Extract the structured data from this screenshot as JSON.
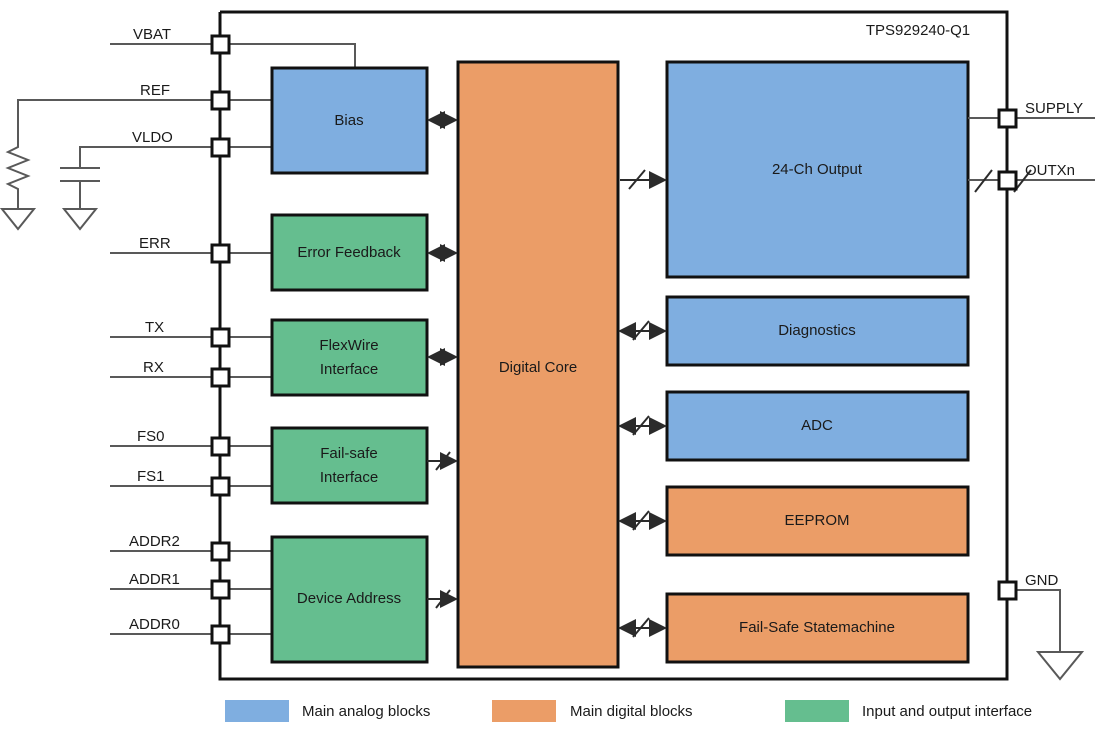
{
  "diagram": {
    "title": "TPS929240-Q1",
    "colors": {
      "analog_blue": "#7FAEE0",
      "digital_orange": "#EB9D67",
      "interface_green": "#65BE8F",
      "outline": "#111111",
      "wire": "#595959",
      "background": "#FFFFFF"
    },
    "left_pins": [
      {
        "label": "VBAT"
      },
      {
        "label": "REF"
      },
      {
        "label": "VLDO"
      },
      {
        "label": "ERR"
      },
      {
        "label": "TX"
      },
      {
        "label": "RX"
      },
      {
        "label": "FS0"
      },
      {
        "label": "FS1"
      },
      {
        "label": "ADDR2"
      },
      {
        "label": "ADDR1"
      },
      {
        "label": "ADDR0"
      }
    ],
    "right_pins": [
      {
        "label": "SUPPLY"
      },
      {
        "label": "OUTXn"
      },
      {
        "label": "GND"
      }
    ],
    "left_blocks": [
      {
        "label": "Bias",
        "category": "analog"
      },
      {
        "label": "Error Feedback",
        "category": "interface"
      },
      {
        "label_line1": "FlexWire",
        "label_line2": "Interface",
        "category": "interface"
      },
      {
        "label_line1": "Fail-safe",
        "label_line2": "Interface",
        "category": "interface"
      },
      {
        "label": "Device Address",
        "category": "interface"
      }
    ],
    "core_block": {
      "label": "Digital Core",
      "category": "digital"
    },
    "right_blocks": [
      {
        "label": "24-Ch Output",
        "category": "analog"
      },
      {
        "label": "Diagnostics",
        "category": "analog"
      },
      {
        "label": "ADC",
        "category": "analog"
      },
      {
        "label": "EEPROM",
        "category": "digital"
      },
      {
        "label": "Fail-Safe Statemachine",
        "category": "digital"
      }
    ],
    "external_components": [
      {
        "kind": "resistor",
        "net": "REF"
      },
      {
        "kind": "capacitor",
        "net": "VLDO"
      },
      {
        "kind": "ground",
        "net": "GND"
      }
    ],
    "legend": [
      {
        "swatch": "#7FAEE0",
        "label": "Main analog blocks"
      },
      {
        "swatch": "#EB9D67",
        "label": "Main digital blocks"
      },
      {
        "swatch": "#65BE8F",
        "label": "Input and output interface"
      }
    ]
  }
}
